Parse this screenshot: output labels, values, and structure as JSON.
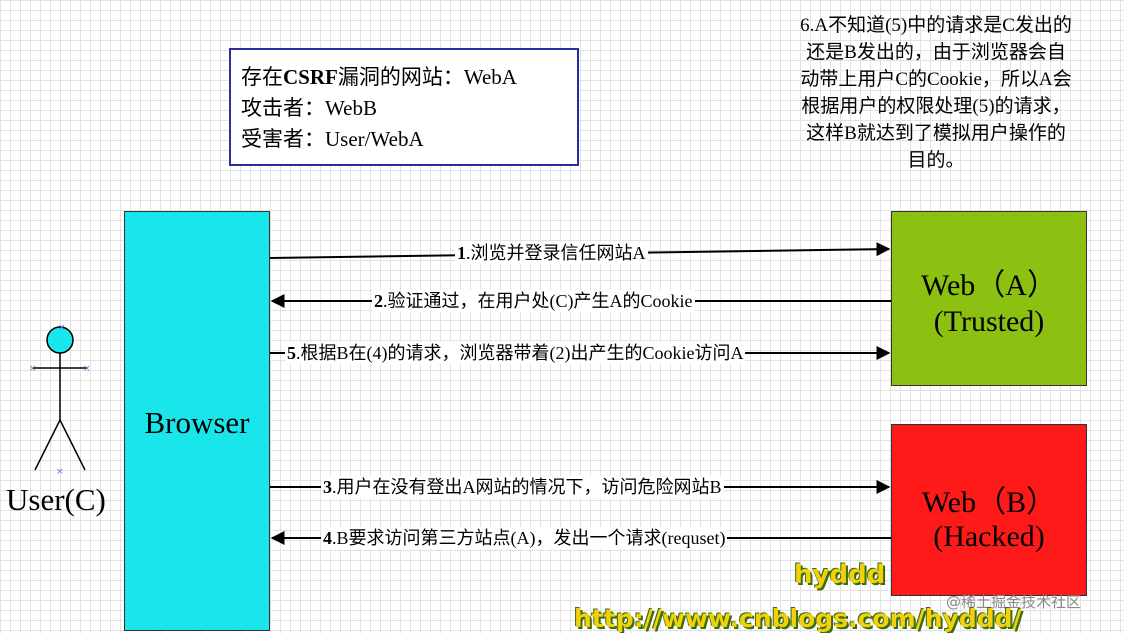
{
  "info": {
    "line1_prefix": "存在",
    "line1_strong": "CSRF",
    "line1_rest": "漏洞的网站：WebA",
    "line2": "攻击者：WebB",
    "line3": "受害者：User/WebA"
  },
  "note": {
    "lines": [
      "6.A不知道(5)中的请求是C发出的",
      "还是B发出的，由于浏览器会自",
      "动带上用户C的Cookie，所以A会",
      "根据用户的权限处理(5)的请求，",
      "这样B就达到了模拟用户操作的",
      "目的。"
    ]
  },
  "browser": {
    "label": "Browser"
  },
  "web_a": {
    "line1": "Web（A）",
    "line2": "(Trusted)"
  },
  "web_b": {
    "line1": "Web（B）",
    "line2": "(Hacked)"
  },
  "user": {
    "label": "User(C)"
  },
  "arrows": [
    {
      "num": "1",
      "text": ".浏览并登录信任网站A"
    },
    {
      "num": "2",
      "text": ".验证通过，在用户处(C)产生A的Cookie"
    },
    {
      "num": "5",
      "text": ".根据B在(4)的请求，浏览器带着(2)出产生的Cookie访问A"
    },
    {
      "num": "3",
      "text": ".用户在没有登出A网站的情况下，访问危险网站B"
    },
    {
      "num": "4",
      "text": ".B要求访问第三方站点(A)，发出一个请求(requset)"
    }
  ],
  "watermarks": {
    "w1": "hyddd",
    "w2": "http://www.cnblogs.com/hyddd/",
    "w3": "@稀土掘金技术社区"
  },
  "colors": {
    "browser": "#19e6ea",
    "web_a": "#8cc111",
    "web_b": "#ff1a1a",
    "info_border": "#2b2f9e",
    "user_head": "#19e6ea"
  }
}
